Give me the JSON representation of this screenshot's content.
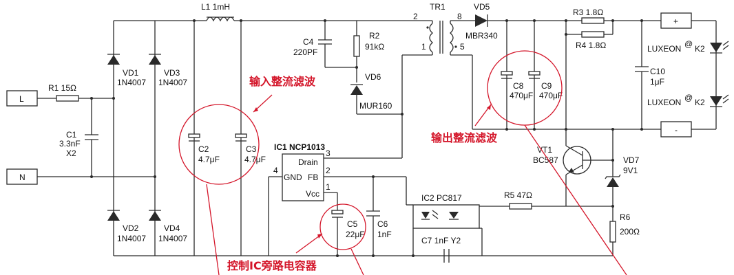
{
  "terminals": {
    "line": "L",
    "neutral": "N",
    "out_plus": "+",
    "out_minus": "-"
  },
  "components": {
    "L1": "L1 1mH",
    "R1": "R1  15Ω",
    "C1": [
      "C1",
      "3.3nF",
      "X2"
    ],
    "VD1": [
      "VD1",
      "1N4007"
    ],
    "VD2": [
      "VD2",
      "1N4007"
    ],
    "VD3": [
      "VD3",
      "1N4007"
    ],
    "VD4": [
      "VD4",
      "1N4007"
    ],
    "C2": [
      "C2",
      "4.7μF"
    ],
    "C3": [
      "C3",
      "4.7μF"
    ],
    "C4": [
      "C4",
      "220PF"
    ],
    "R2": [
      "R2",
      "91kΩ"
    ],
    "VD6": [
      "VD6",
      "MUR160"
    ],
    "TR1": "TR1",
    "TR1_pins": [
      "2",
      "1",
      "8",
      "5"
    ],
    "VD5": [
      "VD5",
      "MBR340"
    ],
    "R3": "R3 1.8Ω",
    "R4": "R4 1.8Ω",
    "C8": [
      "C8",
      "470μF"
    ],
    "C9": [
      "C9",
      "470μF"
    ],
    "C10": [
      "C10",
      "1μF"
    ],
    "LED1": "LUXEON",
    "LED2": "LUXEON",
    "LED_sup": "@",
    "LED_part": "K2",
    "IC1": "IC1  NCP1013",
    "IC1_pins": {
      "drain": "Drain",
      "gnd": "GND",
      "fb": "FB",
      "vcc": "Vcc",
      "p3": "3",
      "p4": "4",
      "p2": "2",
      "p1": "1"
    },
    "C5": [
      "C5",
      "22μF"
    ],
    "C6": [
      "C6",
      "1nF"
    ],
    "IC2": "IC2  PC817",
    "R5": "R5  47Ω",
    "C7": "C7  1nF  Y2",
    "VT1": [
      "VT1",
      "BC587"
    ],
    "VD7": [
      "VD7",
      "9V1"
    ],
    "R6": [
      "R6",
      "200Ω"
    ]
  },
  "annotations": {
    "input_filter": "输入整流滤波",
    "output_filter": "输出整流滤波",
    "ic_bypass": "控制IC旁路电容器"
  },
  "colors": {
    "wire": "#2a2a2a",
    "annotation": "#d4162a",
    "background": "#ffffff"
  }
}
